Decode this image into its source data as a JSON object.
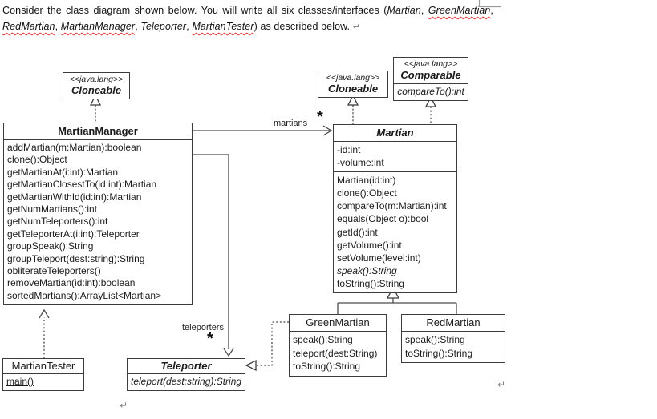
{
  "intro": {
    "line1": [
      {
        "t": "Consider the class diagram shown below. You will write all six classes/interfaces (",
        "s": "p"
      },
      {
        "t": "Martian",
        "s": "i"
      },
      {
        "t": ", ",
        "s": "p"
      },
      {
        "t": "GreenMartian",
        "s": "isq"
      },
      {
        "t": ",",
        "s": "p"
      }
    ],
    "line2": [
      {
        "t": "RedMartian",
        "s": "isq"
      },
      {
        "t": ", ",
        "s": "p"
      },
      {
        "t": "MartianManager",
        "s": "isq"
      },
      {
        "t": ", ",
        "s": "p"
      },
      {
        "t": "Teleporter",
        "s": "i"
      },
      {
        "t": ", ",
        "s": "p"
      },
      {
        "t": "MartianTester",
        "s": "isq"
      },
      {
        "t": ") as described below.",
        "s": "p"
      },
      {
        "t": " ↵",
        "s": "ret"
      }
    ]
  },
  "diagram": {
    "classes": {
      "cloneable_left": {
        "stereotype": "<<java.lang>>",
        "name": "Cloneable"
      },
      "cloneable_right": {
        "stereotype": "<<java.lang>>",
        "name": "Cloneable"
      },
      "comparable": {
        "stereotype": "<<java.lang>>",
        "name": "Comparable",
        "methods": [
          {
            "t": "compareTo():int",
            "s": "i"
          }
        ]
      },
      "martianmanager": {
        "name": "MartianManager",
        "methods": [
          "addMartian(m:Martian):boolean",
          "clone():Object",
          "getMartianAt(i:int):Martian",
          "getMartianClosestTo(id:int):Martian",
          "getMartianWithId(id:int):Martian",
          "getNumMartians():int",
          "getNumTeleporters():int",
          "getTeleporterAt(i:int):Teleporter",
          "groupSpeak():String",
          "groupTeleport(dest:string):String",
          "obliterateTeleporters()",
          "removeMartian(id:int):boolean",
          "sortedMartians():ArrayList<Martian>"
        ]
      },
      "martian": {
        "name": "Martian",
        "fields": [
          "-id:int",
          "-volume:int"
        ],
        "methods": [
          "Martian(id:int)",
          "clone():Object",
          "compareTo(m:Martian):int",
          "equals(Object o):bool",
          "getId():int",
          "getVolume():int",
          "setVolume(level:int)",
          {
            "t": "speak():String",
            "s": "i"
          },
          "toString():String"
        ]
      },
      "greenmartian": {
        "name": "GreenMartian",
        "methods": [
          "speak():String",
          "teleport(dest:String)",
          "toString():String"
        ]
      },
      "redmartian": {
        "name": "RedMartian",
        "methods": [
          "speak():String",
          "toString():String"
        ]
      },
      "martiantester": {
        "name": "MartianTester",
        "methods": [
          {
            "t": "main()",
            "s": "u"
          }
        ]
      },
      "teleporter": {
        "name": "Teleporter",
        "methods": [
          {
            "t": "teleport(dest:string):String",
            "s": "i"
          }
        ]
      }
    },
    "edge_labels": {
      "martians": "martians",
      "martians_mult": "*",
      "teleporters": "teleporters",
      "teleporters_mult": "*"
    },
    "marks": {
      "return_1": "↵",
      "return_2": "↵"
    },
    "colors": {
      "line": "#4a4a4a",
      "border": "#3c3c3c",
      "squiggle": "#e3342f",
      "mark_gray": "#7e7e7e"
    }
  }
}
